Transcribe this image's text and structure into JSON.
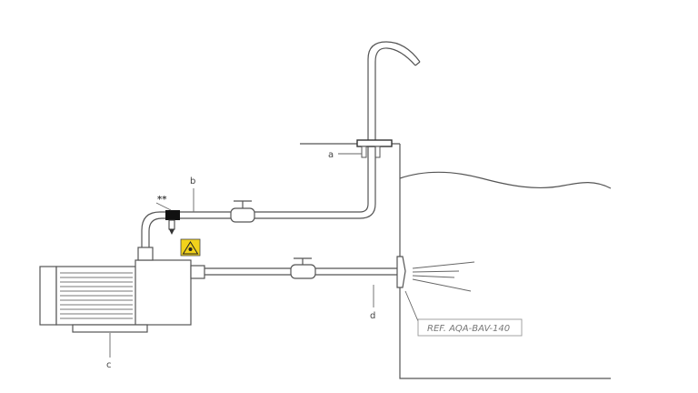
{
  "labels": {
    "a": "a",
    "b": "b",
    "c": "c",
    "d": "d",
    "double_star": "**"
  },
  "reference": "REF. AQA-BAV-140",
  "icons": {
    "warning": "biohazard-warning-icon"
  },
  "colors": {
    "line": "#555555",
    "warning_fill": "#f2d21b",
    "dark_fitting": "#111111"
  }
}
